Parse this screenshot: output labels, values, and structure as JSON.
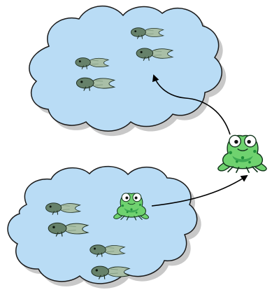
{
  "colors": {
    "background": "#ffffff",
    "pond_fill": "#b9dcf5",
    "pond_outline": "#1a1a1a",
    "pond_shadow": "#9a9a9a",
    "frog_light": "#6fd26f",
    "frog_dark": "#1f8f3a",
    "frog_outline": "#12351c",
    "tadpole_body": "#66816a",
    "tadpole_tail": "#a9bfa7",
    "tadpole_outline": "#1f2f22",
    "arrow": "#000000"
  },
  "scene": {
    "top_pond": {
      "tadpoles": [
        {
          "kind": "tadpole-icon",
          "count_group": "top"
        },
        {
          "kind": "tadpole-icon",
          "count_group": "top"
        },
        {
          "kind": "tadpole-icon",
          "count_group": "top"
        },
        {
          "kind": "tadpole-icon",
          "count_group": "top"
        }
      ]
    },
    "bottom_pond": {
      "tadpoles": [
        {
          "kind": "tadpole-icon",
          "count_group": "bottom"
        },
        {
          "kind": "tadpole-icon",
          "count_group": "bottom"
        },
        {
          "kind": "tadpole-icon",
          "count_group": "bottom"
        },
        {
          "kind": "tadpole-icon",
          "count_group": "bottom"
        }
      ],
      "frog": {
        "kind": "frog-icon"
      }
    },
    "migrating_frog": {
      "kind": "frog-icon"
    },
    "arrows": [
      {
        "kind": "arrow-icon",
        "from": "bottom-pond-frog",
        "to": "migrating-frog"
      },
      {
        "kind": "arrow-icon",
        "from": "migrating-frog",
        "to": "top-pond"
      }
    ]
  }
}
